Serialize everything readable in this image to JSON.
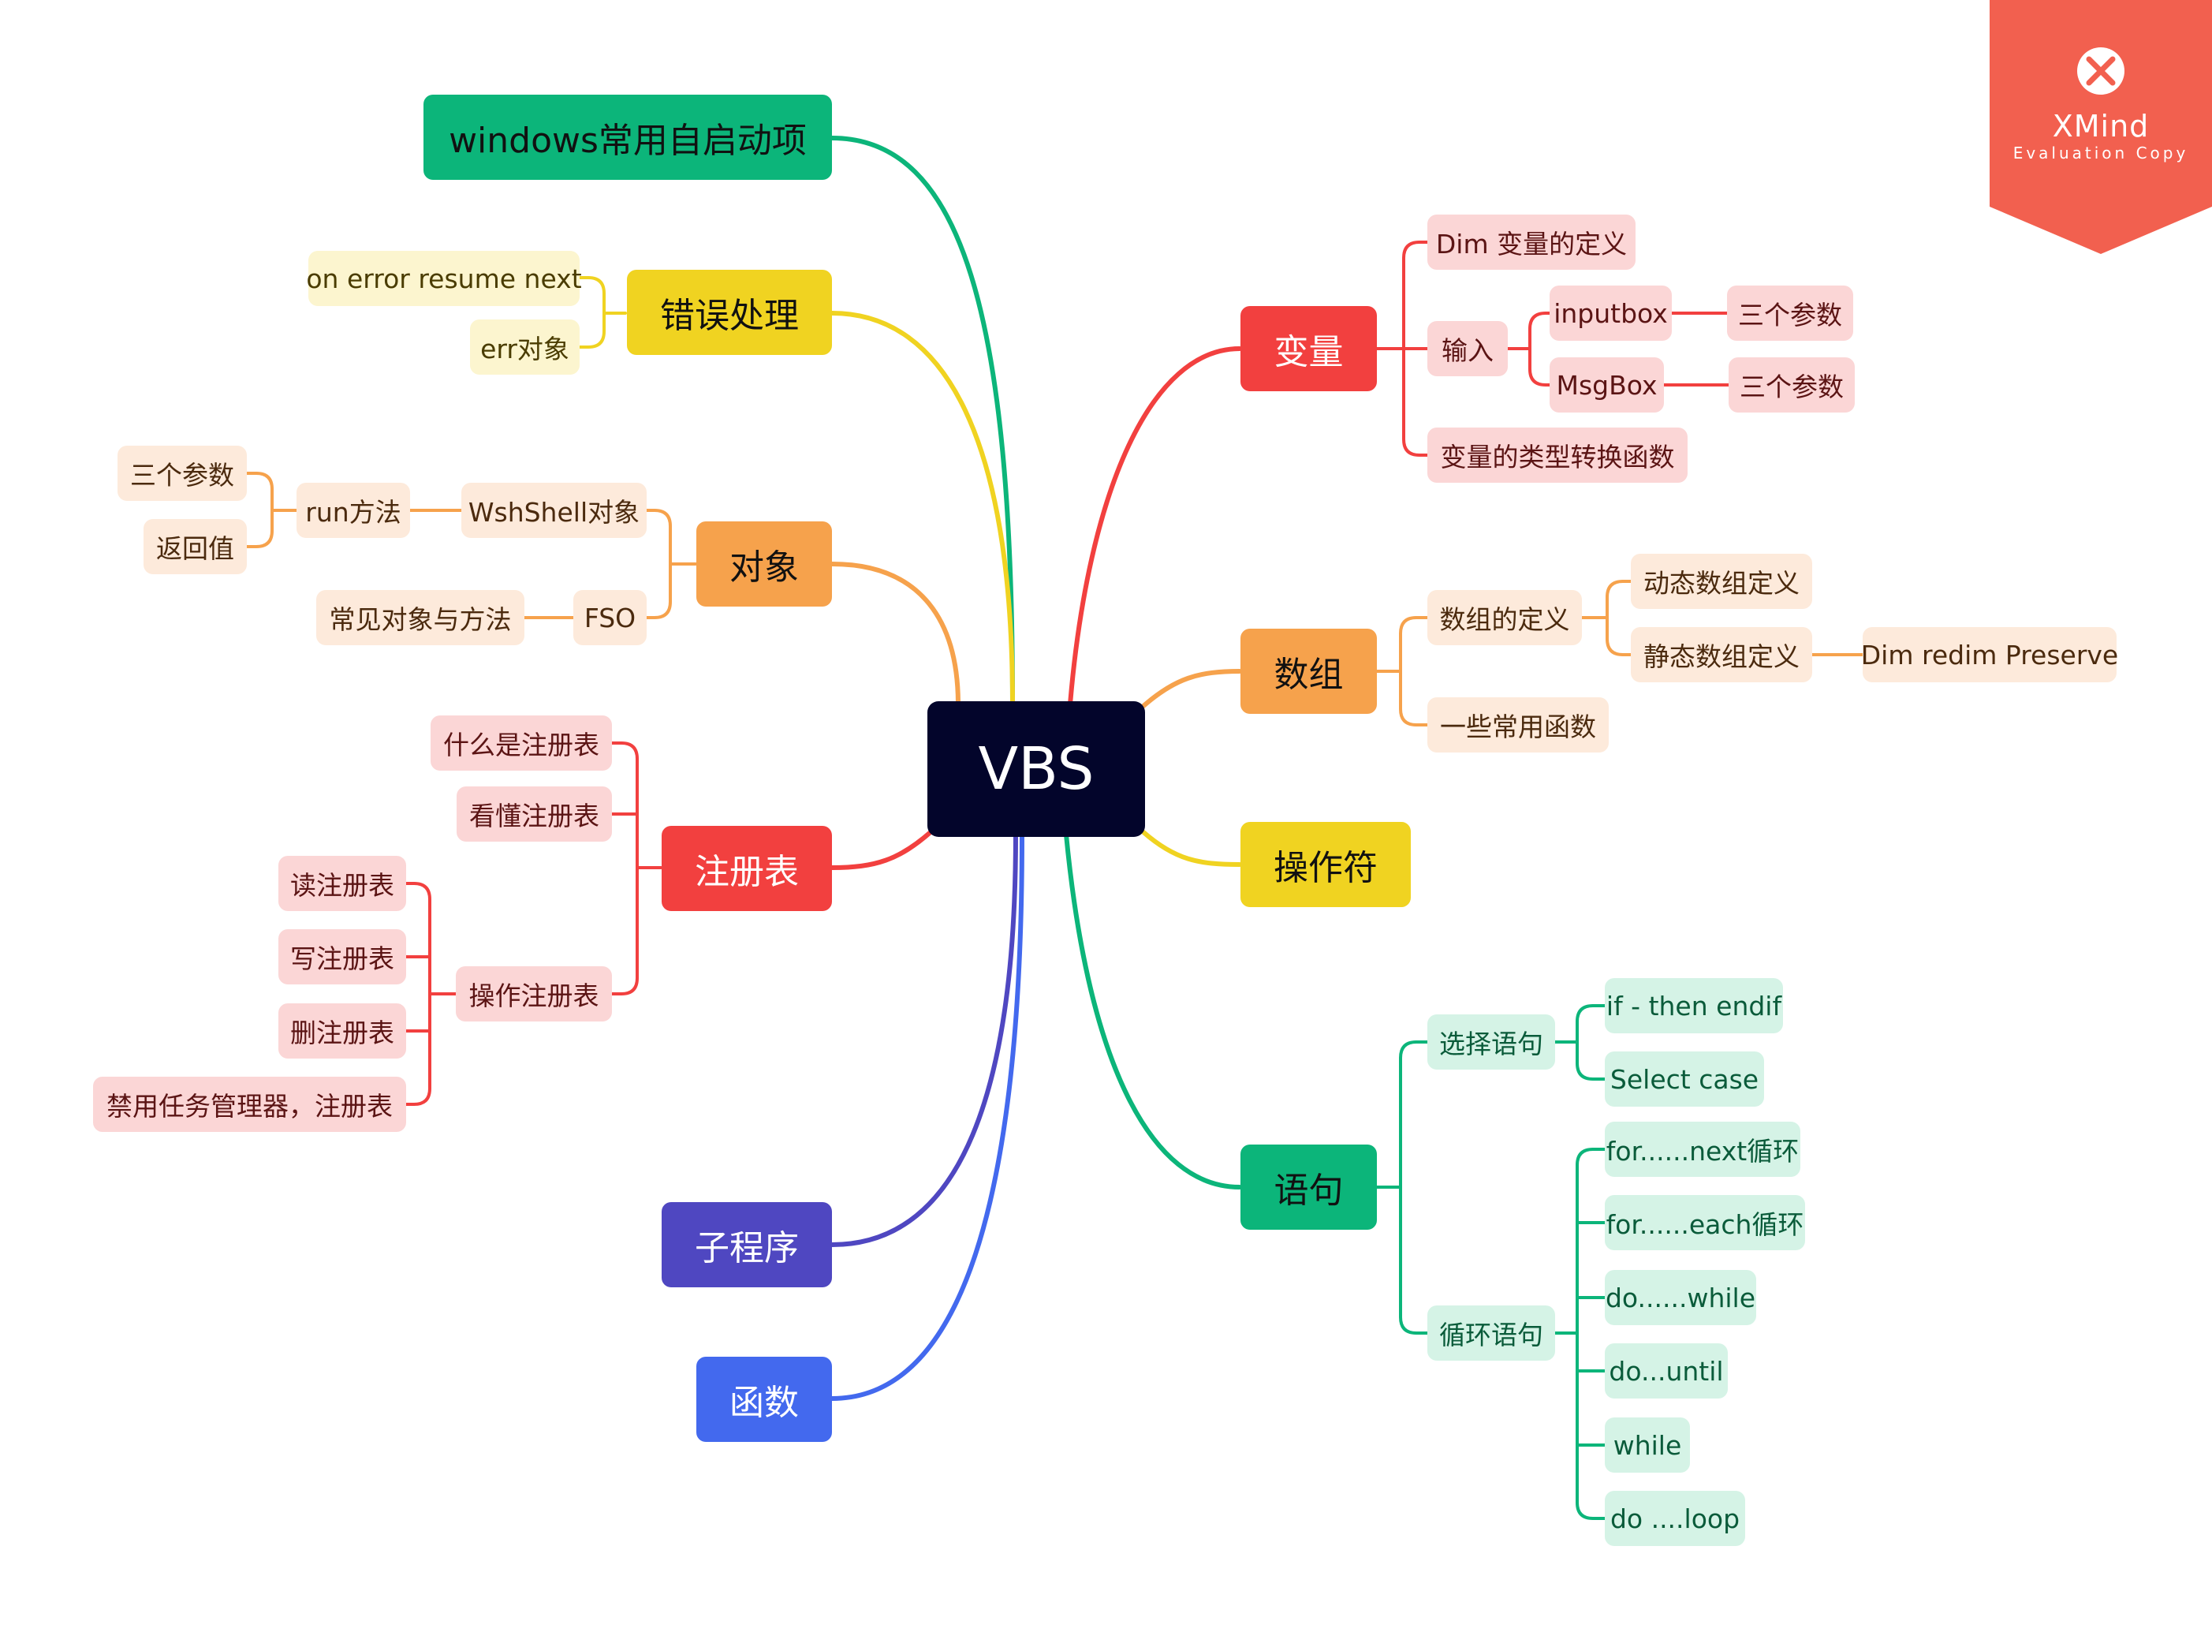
{
  "watermark": {
    "brand": "XMind",
    "note": "Evaluation Copy",
    "icon": "xmind-logo-icon"
  },
  "center": {
    "label": "VBS"
  },
  "left": {
    "startup": {
      "label": "windows常用自启动项"
    },
    "error": {
      "label": "错误处理",
      "children": [
        "on error resume next",
        "err对象"
      ]
    },
    "object": {
      "label": "对象",
      "wshshell": {
        "label": "WshShell对象",
        "run": {
          "label": "run方法",
          "children": [
            "三个参数",
            "返回值"
          ]
        }
      },
      "fso": {
        "label": "FSO",
        "children": [
          "常见对象与方法"
        ]
      }
    },
    "registry": {
      "label": "注册表",
      "children": [
        "什么是注册表",
        "看懂注册表"
      ],
      "operate": {
        "label": "操作注册表",
        "children": [
          "读注册表",
          "写注册表",
          "删注册表",
          "禁用任务管理器，注册表"
        ]
      }
    },
    "subroutine": {
      "label": "子程序"
    },
    "function": {
      "label": "函数"
    }
  },
  "right": {
    "variable": {
      "label": "变量",
      "dim": "Dim 变量的定义",
      "input": {
        "label": "输入",
        "inputbox": {
          "label": "inputbox",
          "child": "三个参数"
        },
        "msgbox": {
          "label": "MsgBox",
          "child": "三个参数"
        }
      },
      "convert": "变量的类型转换函数"
    },
    "array": {
      "label": "数组",
      "define": {
        "label": "数组的定义",
        "dynamic": "动态数组定义",
        "static": {
          "label": "静态数组定义",
          "child": "Dim redim Preserve"
        }
      },
      "common": "一些常用函数"
    },
    "operator": {
      "label": "操作符"
    },
    "statement": {
      "label": "语句",
      "select": {
        "label": "选择语句",
        "children": [
          "if - then endif",
          "Select case"
        ]
      },
      "loop": {
        "label": "循环语句",
        "children": [
          "for......next循环",
          "for......each循环",
          "do......while",
          "do...until",
          "while",
          "do ....loop"
        ]
      }
    }
  }
}
